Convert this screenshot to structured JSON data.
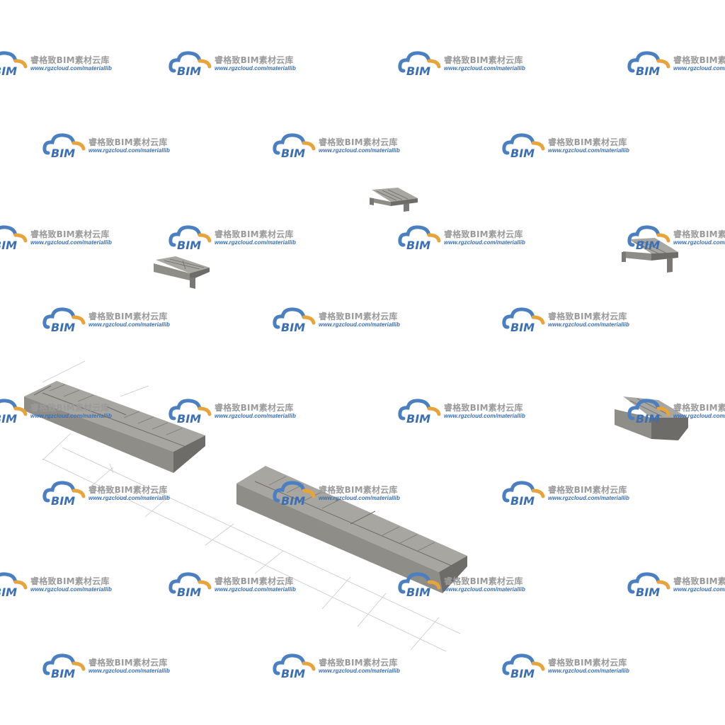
{
  "watermark": {
    "title": "睿格致BIM素材云库",
    "url": "www.rgzcloud.com/materiallib",
    "logo_text": "BIM",
    "logo_icon": "cloud-icon",
    "colors": {
      "cloud_blue": "#4a7fc1",
      "cloud_orange": "#e8a33a",
      "title_gray": "#9a9a9a",
      "url_blue": "#3a6fb5"
    }
  },
  "scene": {
    "concrete_color": "#8f8d88",
    "concrete_dark": "#6e6c68",
    "concrete_light": "#a8a6a1",
    "grid_color": "#c8c8c8"
  }
}
